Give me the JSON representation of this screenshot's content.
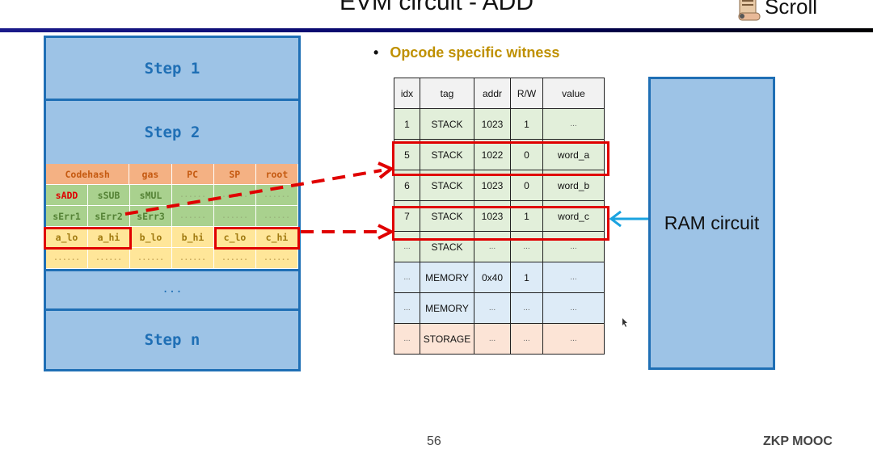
{
  "slide": {
    "title": "EVM circuit - ADD",
    "logo_text": "Scroll",
    "page_number": "56",
    "footer_brand": "ZKP MOOC"
  },
  "steps": {
    "step1": "Step 1",
    "step2": "Step 2",
    "ellipsis": "...",
    "stepn": "Step n",
    "grid": [
      [
        "Codehash",
        "gas",
        "PC",
        "SP",
        "root"
      ],
      [
        "sADD",
        "sSUB",
        "sMUL",
        "......",
        "......",
        "......"
      ],
      [
        "sErr1",
        "sErr2",
        "sErr3",
        "......",
        "......",
        "......"
      ],
      [
        "a_lo",
        "a_hi",
        "b_lo",
        "b_hi",
        "c_lo",
        "c_hi"
      ],
      [
        "......",
        "......",
        "......",
        "......",
        "......",
        "......"
      ]
    ]
  },
  "witness": {
    "bullet": "Opcode specific witness",
    "headers": [
      "idx",
      "tag",
      "addr",
      "R/W",
      "value"
    ],
    "rows": [
      [
        "1",
        "STACK",
        "1023",
        "1",
        "..."
      ],
      [
        "5",
        "STACK",
        "1022",
        "0",
        "word_a"
      ],
      [
        "6",
        "STACK",
        "1023",
        "0",
        "word_b"
      ],
      [
        "7",
        "STACK",
        "1023",
        "1",
        "word_c"
      ],
      [
        "...",
        "STACK",
        "...",
        "...",
        "..."
      ],
      [
        "...",
        "MEMORY",
        "0x40",
        "1",
        "..."
      ],
      [
        "...",
        "MEMORY",
        "...",
        "...",
        "..."
      ],
      [
        "...",
        "STORAGE",
        "...",
        "...",
        "..."
      ]
    ]
  },
  "ram": {
    "label": "RAM circuit"
  },
  "colors": {
    "step_fill": "#9dc3e6",
    "step_border": "#1f6fb5",
    "highlight": "#e00000",
    "ram_arrow": "#1aa3e0"
  }
}
